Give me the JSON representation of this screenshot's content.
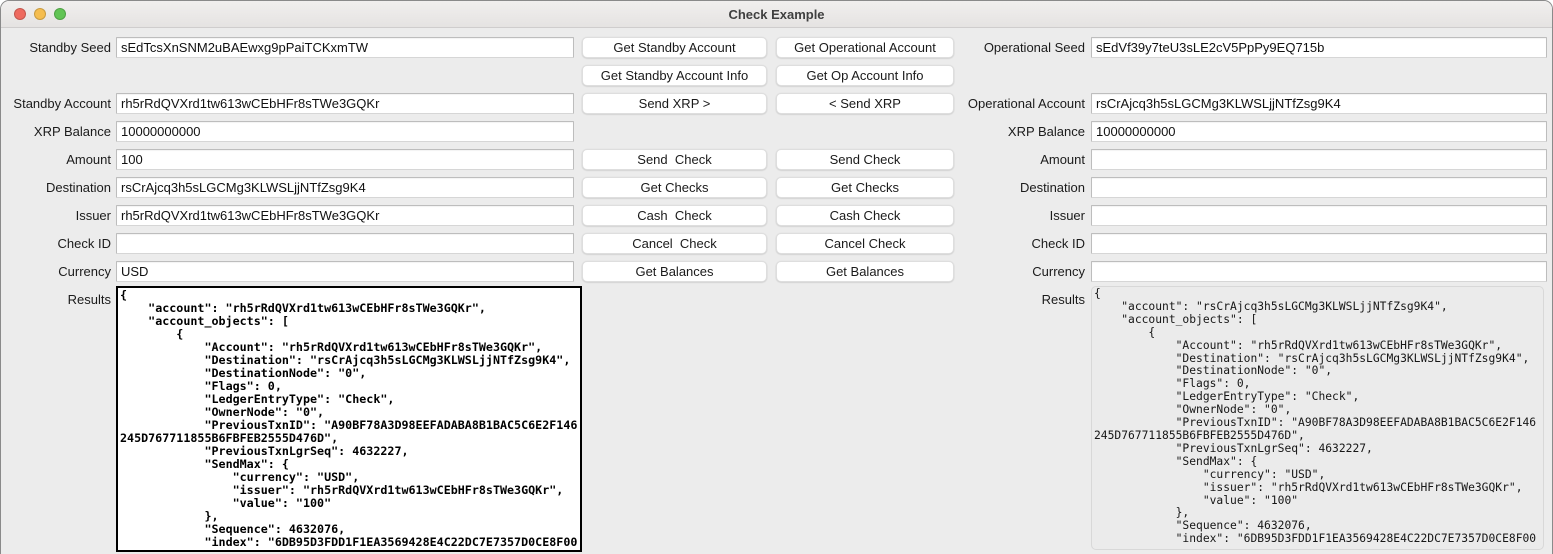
{
  "window": {
    "title": "Check Example"
  },
  "traffic_lights": {
    "red": "#ee6a5f",
    "yellow": "#f5bd4f",
    "green": "#61c454"
  },
  "left": {
    "fields": [
      {
        "label": "Standby Seed",
        "value": "sEdTcsXnSNM2uBAEwxg9pPaiTCKxmTW"
      },
      {
        "label": "Standby Account",
        "value": "rh5rRdQVXrd1tw613wCEbHFr8sTWe3GQKr"
      },
      {
        "label": "XRP Balance",
        "value": "10000000000"
      },
      {
        "label": "Amount",
        "value": "100"
      },
      {
        "label": "Destination",
        "value": "rsCrAjcq3h5sLGCMg3KLWSLjjNTfZsg9K4"
      },
      {
        "label": "Issuer",
        "value": "rh5rRdQVXrd1tw613wCEbHFr8sTWe3GQKr"
      },
      {
        "label": "Check ID",
        "value": ""
      },
      {
        "label": "Currency",
        "value": "USD"
      }
    ],
    "results_label": "Results",
    "results": "{\n    \"account\": \"rh5rRdQVXrd1tw613wCEbHFr8sTWe3GQKr\",\n    \"account_objects\": [\n        {\n            \"Account\": \"rh5rRdQVXrd1tw613wCEbHFr8sTWe3GQKr\",\n            \"Destination\": \"rsCrAjcq3h5sLGCMg3KLWSLjjNTfZsg9K4\",\n            \"DestinationNode\": \"0\",\n            \"Flags\": 0,\n            \"LedgerEntryType\": \"Check\",\n            \"OwnerNode\": \"0\",\n            \"PreviousTxnID\": \"A90BF78A3D98EEFADABA8B1BAC5C6E2F146245D767711855B6FBFEB2555D476D\",\n            \"PreviousTxnLgrSeq\": 4632227,\n            \"SendMax\": {\n                \"currency\": \"USD\",\n                \"issuer\": \"rh5rRdQVXrd1tw613wCEbHFr8sTWe3GQKr\",\n                \"value\": \"100\"\n            },\n            \"Sequence\": 4632076,\n            \"index\": \"6DB95D3FDD1F1EA3569428E4C22DC7E7357D0CE8F00"
  },
  "right": {
    "fields": [
      {
        "label": "Operational Seed",
        "value": "sEdVf39y7teU3sLE2cV5PpPy9EQ715b"
      },
      {
        "label": "Operational Account",
        "value": "rsCrAjcq3h5sLGCMg3KLWSLjjNTfZsg9K4"
      },
      {
        "label": "XRP Balance",
        "value": "10000000000"
      },
      {
        "label": "Amount",
        "value": ""
      },
      {
        "label": "Destination",
        "value": ""
      },
      {
        "label": "Issuer",
        "value": ""
      },
      {
        "label": "Check ID",
        "value": ""
      },
      {
        "label": "Currency",
        "value": ""
      }
    ],
    "results_label": "Results",
    "results": "{\n    \"account\": \"rsCrAjcq3h5sLGCMg3KLWSLjjNTfZsg9K4\",\n    \"account_objects\": [\n        {\n            \"Account\": \"rh5rRdQVXrd1tw613wCEbHFr8sTWe3GQKr\",\n            \"Destination\": \"rsCrAjcq3h5sLGCMg3KLWSLjjNTfZsg9K4\",\n            \"DestinationNode\": \"0\",\n            \"Flags\": 0,\n            \"LedgerEntryType\": \"Check\",\n            \"OwnerNode\": \"0\",\n            \"PreviousTxnID\": \"A90BF78A3D98EEFADABA8B1BAC5C6E2F146245D767711855B6FBFEB2555D476D\",\n            \"PreviousTxnLgrSeq\": 4632227,\n            \"SendMax\": {\n                \"currency\": \"USD\",\n                \"issuer\": \"rh5rRdQVXrd1tw613wCEbHFr8sTWe3GQKr\",\n                \"value\": \"100\"\n            },\n            \"Sequence\": 4632076,\n            \"index\": \"6DB95D3FDD1F1EA3569428E4C22DC7E7357D0CE8F00"
  },
  "buttons": {
    "standby": [
      "Get Standby Account",
      "Get Standby Account Info",
      "Send XRP >",
      "Send  Check",
      "Get Checks",
      "Cash  Check",
      "Cancel  Check",
      "Get Balances"
    ],
    "operational": [
      "Get Operational Account",
      "Get Op Account Info",
      "< Send XRP",
      "Send Check",
      "Get Checks",
      "Cash Check",
      "Cancel Check",
      "Get Balances"
    ]
  }
}
